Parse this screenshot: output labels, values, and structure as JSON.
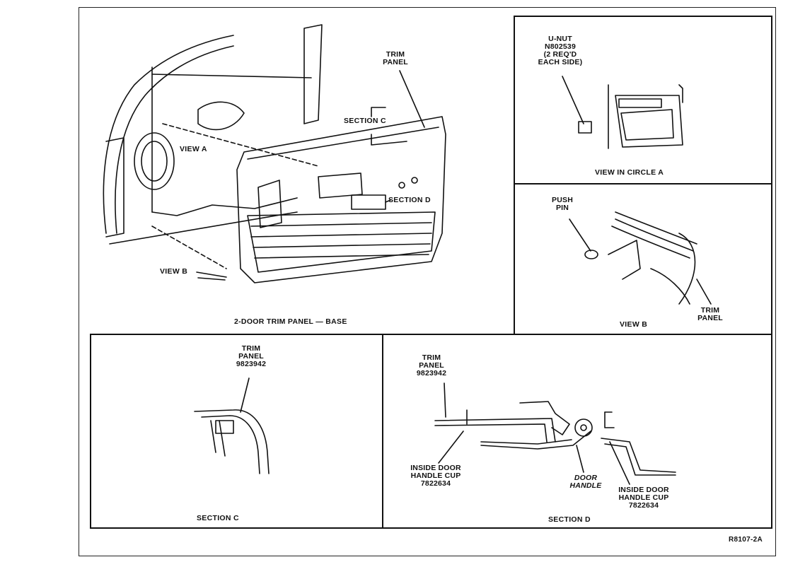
{
  "figure_id": "R8107-2A",
  "panels": {
    "main": {
      "caption": "2-DOOR TRIM PANEL — BASE",
      "labels": {
        "trim_panel": "TRIM\nPANEL",
        "section_c": "SECTION C",
        "section_d": "SECTION D",
        "view_a": "VIEW A",
        "view_b": "VIEW B"
      }
    },
    "view_circle_a": {
      "caption": "VIEW IN CIRCLE A",
      "labels": {
        "u_nut": "U-NUT\nN802539\n(2 REQ'D\nEACH SIDE)"
      }
    },
    "view_b": {
      "caption": "VIEW B",
      "labels": {
        "push_pin": "PUSH\nPIN",
        "trim_panel": "TRIM\nPANEL"
      }
    },
    "section_c": {
      "caption": "SECTION C",
      "labels": {
        "trim_panel": "TRIM\nPANEL\n9823942"
      }
    },
    "section_d": {
      "caption": "SECTION D",
      "labels": {
        "trim_panel": "TRIM\nPANEL\n9823942",
        "cup_left": "INSIDE DOOR\nHANDLE CUP\n7822634",
        "door_handle": "DOOR\nHANDLE",
        "cup_right": "INSIDE DOOR\nHANDLE CUP\n7822634"
      }
    }
  }
}
